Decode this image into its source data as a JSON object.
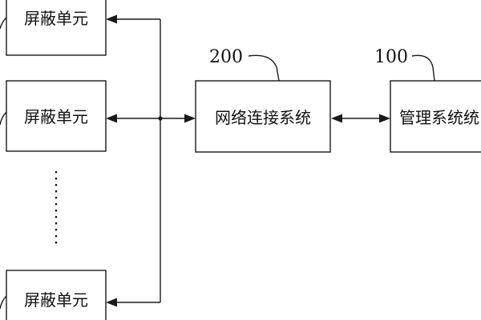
{
  "diagram": {
    "shield_units": [
      {
        "label": "屏蔽单元"
      },
      {
        "label": "屏蔽单元"
      },
      {
        "label": "屏蔽单元"
      }
    ],
    "network_system": {
      "label": "网络连接系统",
      "ref": "200"
    },
    "management_system": {
      "label": "管理系统统",
      "ref": "100"
    },
    "colors": {
      "line": "#1a1a1a",
      "background": "#ffffff"
    }
  }
}
